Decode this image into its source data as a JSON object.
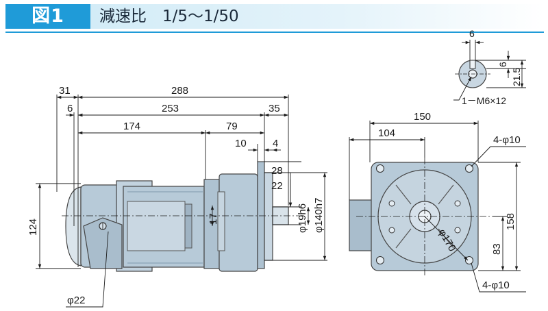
{
  "header": {
    "figure_label": "図1",
    "title": "減速比　1/5～1/50"
  },
  "dimensions": {
    "d288": "288",
    "d31": "31",
    "d6": "6",
    "d253": "253",
    "d35": "35",
    "d174": "174",
    "d79": "79",
    "d10": "10",
    "d4": "4",
    "d28": "28",
    "d22": "22",
    "d17": "17",
    "d124": "124",
    "phi19h6": "φ19h6",
    "phi140h7": "φ140h7",
    "phi22": "φ22",
    "d150": "150",
    "d104": "104",
    "d158": "158",
    "d83": "83",
    "phi170": "φ170",
    "hole_top": "4-φ10",
    "hole_bottom": "4-φ10",
    "shaft_w": "6",
    "shaft_t": "6",
    "shaft_h": "21.5",
    "tap": "1－M6×12"
  },
  "colors": {
    "accent": "#1f9bd8",
    "body": "#b7cad8",
    "body_dark": "#7f98ab",
    "line": "#1a1a1a"
  }
}
